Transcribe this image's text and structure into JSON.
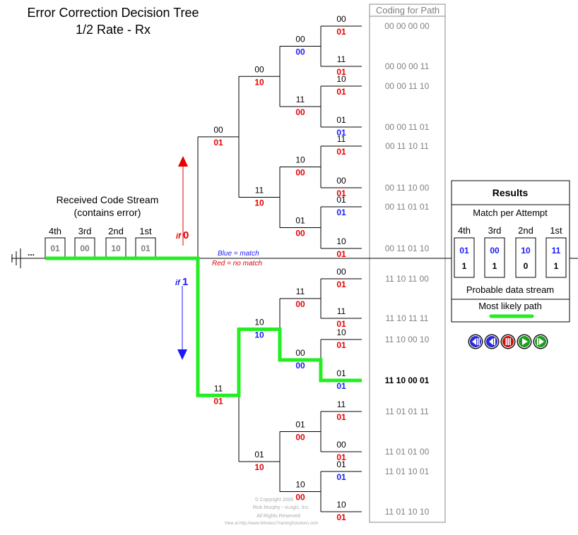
{
  "title": {
    "line1": "Error Correction Decision Tree",
    "line2": "1/2 Rate - Rx"
  },
  "coding_header": "Coding for Path",
  "stream": {
    "heading1": "Received Code Stream",
    "heading2": "(contains error)",
    "ellipsis": "...",
    "slots": [
      {
        "label": "4th",
        "value": "01"
      },
      {
        "label": "3rd",
        "value": "00"
      },
      {
        "label": "2nd",
        "value": "10"
      },
      {
        "label": "1st",
        "value": "01"
      }
    ]
  },
  "if0": {
    "prefix": "if",
    "value": "0"
  },
  "if1": {
    "prefix": "if",
    "value": "1"
  },
  "legend": {
    "blue": "Blue = match",
    "red": "Red = no match"
  },
  "colors": {
    "blue": "#1a1aff",
    "red": "#e60000",
    "green": "#22ee22",
    "gray": "#808080"
  },
  "tree": {
    "level1": [
      {
        "expected": "00",
        "received": "01",
        "color": "red"
      },
      {
        "expected": "11",
        "received": "01",
        "color": "red"
      }
    ],
    "level2": [
      {
        "expected": "00",
        "received": "10",
        "color": "red"
      },
      {
        "expected": "11",
        "received": "10",
        "color": "red"
      },
      {
        "expected": "10",
        "received": "10",
        "color": "blue"
      },
      {
        "expected": "01",
        "received": "10",
        "color": "red"
      }
    ],
    "level3": [
      {
        "expected": "00",
        "received": "00",
        "color": "blue"
      },
      {
        "expected": "11",
        "received": "00",
        "color": "red"
      },
      {
        "expected": "10",
        "received": "00",
        "color": "red"
      },
      {
        "expected": "01",
        "received": "00",
        "color": "red"
      },
      {
        "expected": "11",
        "received": "00",
        "color": "red"
      },
      {
        "expected": "00",
        "received": "00",
        "color": "blue"
      },
      {
        "expected": "01",
        "received": "00",
        "color": "red"
      },
      {
        "expected": "10",
        "received": "00",
        "color": "red"
      }
    ],
    "level4": [
      {
        "expected": "00",
        "received": "01",
        "color": "red"
      },
      {
        "expected": "11",
        "received": "01",
        "color": "red"
      },
      {
        "expected": "10",
        "received": "01",
        "color": "red"
      },
      {
        "expected": "01",
        "received": "01",
        "color": "blue"
      },
      {
        "expected": "11",
        "received": "01",
        "color": "red"
      },
      {
        "expected": "00",
        "received": "01",
        "color": "red"
      },
      {
        "expected": "01",
        "received": "01",
        "color": "blue"
      },
      {
        "expected": "10",
        "received": "01",
        "color": "red"
      },
      {
        "expected": "00",
        "received": "01",
        "color": "red"
      },
      {
        "expected": "11",
        "received": "01",
        "color": "red"
      },
      {
        "expected": "10",
        "received": "01",
        "color": "red"
      },
      {
        "expected": "01",
        "received": "01",
        "color": "blue"
      },
      {
        "expected": "11",
        "received": "01",
        "color": "red"
      },
      {
        "expected": "00",
        "received": "01",
        "color": "red"
      },
      {
        "expected": "01",
        "received": "01",
        "color": "blue"
      },
      {
        "expected": "10",
        "received": "01",
        "color": "red"
      }
    ]
  },
  "paths": [
    "00 00 00 00",
    "00 00 00 11",
    "00 00 11 10",
    "00 00 11 01",
    "00 11 10 11",
    "00 11 10 00",
    "00 11 01 01",
    "00 11 01 10",
    "11 10 11 00",
    "11 10 11 11",
    "11 10 00 10",
    "11 10 00 01",
    "11 01 01 11",
    "11 01 01 00",
    "11 01 10 01",
    "11 01 10 10"
  ],
  "highlight_path_index": 11,
  "results": {
    "title": "Results",
    "subtitle": "Match per Attempt",
    "attempts": [
      {
        "label": "4th",
        "code": "01",
        "match": "1"
      },
      {
        "label": "3rd",
        "code": "00",
        "match": "1"
      },
      {
        "label": "2nd",
        "code": "10",
        "match": "0"
      },
      {
        "label": "1st",
        "code": "11",
        "match": "1"
      }
    ],
    "probable": "Probable data stream",
    "likely": "Most likely path"
  },
  "controls": [
    {
      "name": "rewind-button",
      "icon": "rewind-icon",
      "color": "#2a2ad8"
    },
    {
      "name": "step-back-button",
      "icon": "step-back-icon",
      "color": "#2a2ad8"
    },
    {
      "name": "stop-button",
      "icon": "stop-icon",
      "color": "#cc1111"
    },
    {
      "name": "play-button",
      "icon": "play-icon",
      "color": "#1f9e1f"
    },
    {
      "name": "step-forward-button",
      "icon": "step-forward-icon",
      "color": "#1f9e1f"
    }
  ],
  "copyright": {
    "line1": "© Copyright 2000",
    "line2": "Rick Murphy - vLogic, Inc.",
    "line3": "All Rights Reserved",
    "line4": "View at http://www.WirelessTrainingSolutions.com"
  }
}
